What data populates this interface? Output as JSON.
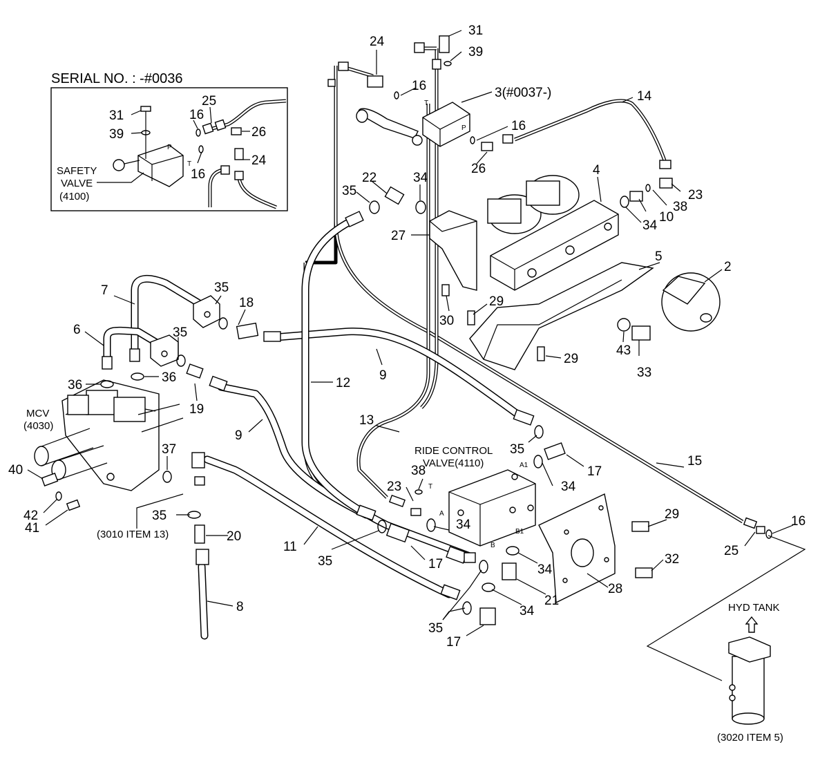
{
  "inset": {
    "title": "SERIAL NO. : -#0036",
    "valve_line1": "SAFETY",
    "valve_line2": "VALVE",
    "valve_ref": "(4100)",
    "port_p": "P",
    "port_t": "T",
    "callouts": {
      "bolt": "31",
      "washer": "39",
      "oring": "16",
      "connector": "25",
      "elbow": "26",
      "oring_lower": "16",
      "tee": "24"
    }
  },
  "labels": {
    "safety_valve_ref": "3(#0037-)",
    "mcv_name": "MCV",
    "mcv_ref": "(4030)",
    "ride_control_line1": "RIDE CONTROL",
    "ride_control_line2": "VALVE(4110)",
    "item13_ref": "(3010 ITEM 13)",
    "hyd_tank": "HYD TANK",
    "tank_ref": "(3020 ITEM 5)",
    "port_t_top": "T",
    "port_a": "A",
    "port_a1": "A1",
    "port_b1": "B1",
    "port_b": "B",
    "port_p": "P"
  },
  "callouts": [
    {
      "id": "c31",
      "text": "31"
    },
    {
      "id": "c39",
      "text": "39"
    },
    {
      "id": "c24",
      "text": "24"
    },
    {
      "id": "c16a",
      "text": "16"
    },
    {
      "id": "c3",
      "text": "3"
    },
    {
      "id": "c14",
      "text": "14"
    },
    {
      "id": "c16b",
      "text": "16"
    },
    {
      "id": "c26",
      "text": "26"
    },
    {
      "id": "c22",
      "text": "22"
    },
    {
      "id": "c34a",
      "text": "34"
    },
    {
      "id": "c35a",
      "text": "35"
    },
    {
      "id": "c4",
      "text": "4"
    },
    {
      "id": "c23a",
      "text": "23"
    },
    {
      "id": "c38a",
      "text": "38"
    },
    {
      "id": "c10",
      "text": "10"
    },
    {
      "id": "c34b",
      "text": "34"
    },
    {
      "id": "c27",
      "text": "27"
    },
    {
      "id": "c5",
      "text": "5"
    },
    {
      "id": "c2",
      "text": "2"
    },
    {
      "id": "c7",
      "text": "7"
    },
    {
      "id": "c35b",
      "text": "35"
    },
    {
      "id": "c18",
      "text": "18"
    },
    {
      "id": "c29a",
      "text": "29"
    },
    {
      "id": "c30",
      "text": "30"
    },
    {
      "id": "c43",
      "text": "43"
    },
    {
      "id": "c33",
      "text": "33"
    },
    {
      "id": "c29b",
      "text": "29"
    },
    {
      "id": "c6",
      "text": "6"
    },
    {
      "id": "c35c",
      "text": "35"
    },
    {
      "id": "c9a",
      "text": "9"
    },
    {
      "id": "c12",
      "text": "12"
    },
    {
      "id": "c36a",
      "text": "36"
    },
    {
      "id": "c36b",
      "text": "36"
    },
    {
      "id": "c19",
      "text": "19"
    },
    {
      "id": "c9b",
      "text": "9"
    },
    {
      "id": "c13",
      "text": "13"
    },
    {
      "id": "c35d",
      "text": "35"
    },
    {
      "id": "c17a",
      "text": "17"
    },
    {
      "id": "c15",
      "text": "15"
    },
    {
      "id": "c37",
      "text": "37"
    },
    {
      "id": "c40",
      "text": "40"
    },
    {
      "id": "c38b",
      "text": "38"
    },
    {
      "id": "c23b",
      "text": "23"
    },
    {
      "id": "c34c",
      "text": "34"
    },
    {
      "id": "c42",
      "text": "42"
    },
    {
      "id": "c41",
      "text": "41"
    },
    {
      "id": "c35e",
      "text": "35"
    },
    {
      "id": "c20",
      "text": "20"
    },
    {
      "id": "c11",
      "text": "11"
    },
    {
      "id": "c35f",
      "text": "35"
    },
    {
      "id": "c17b",
      "text": "17"
    },
    {
      "id": "c34d",
      "text": "34"
    },
    {
      "id": "c29c",
      "text": "29"
    },
    {
      "id": "c16c",
      "text": "16"
    },
    {
      "id": "c25",
      "text": "25"
    },
    {
      "id": "c32",
      "text": "32"
    },
    {
      "id": "c34e",
      "text": "34"
    },
    {
      "id": "c28",
      "text": "28"
    },
    {
      "id": "c34f",
      "text": "34"
    },
    {
      "id": "c21",
      "text": "21"
    },
    {
      "id": "c8",
      "text": "8"
    },
    {
      "id": "c35g",
      "text": "35"
    },
    {
      "id": "c17c",
      "text": "17"
    }
  ]
}
